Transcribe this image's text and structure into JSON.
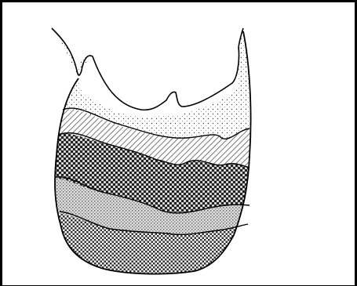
{
  "figure": {
    "description_labels": [],
    "layers": [
      {
        "name": "top-dotted-layer",
        "pattern": "light-dots"
      },
      {
        "name": "hatched-layer",
        "pattern": "diagonal-hatch"
      },
      {
        "name": "crosshatch-layer",
        "pattern": "dense-crosshatch"
      },
      {
        "name": "fine-dot-layer",
        "pattern": "fine-dots"
      },
      {
        "name": "bottom-checker-layer",
        "pattern": "checker"
      }
    ],
    "colors": {
      "ink": "#000000",
      "paper": "#ffffff"
    }
  }
}
